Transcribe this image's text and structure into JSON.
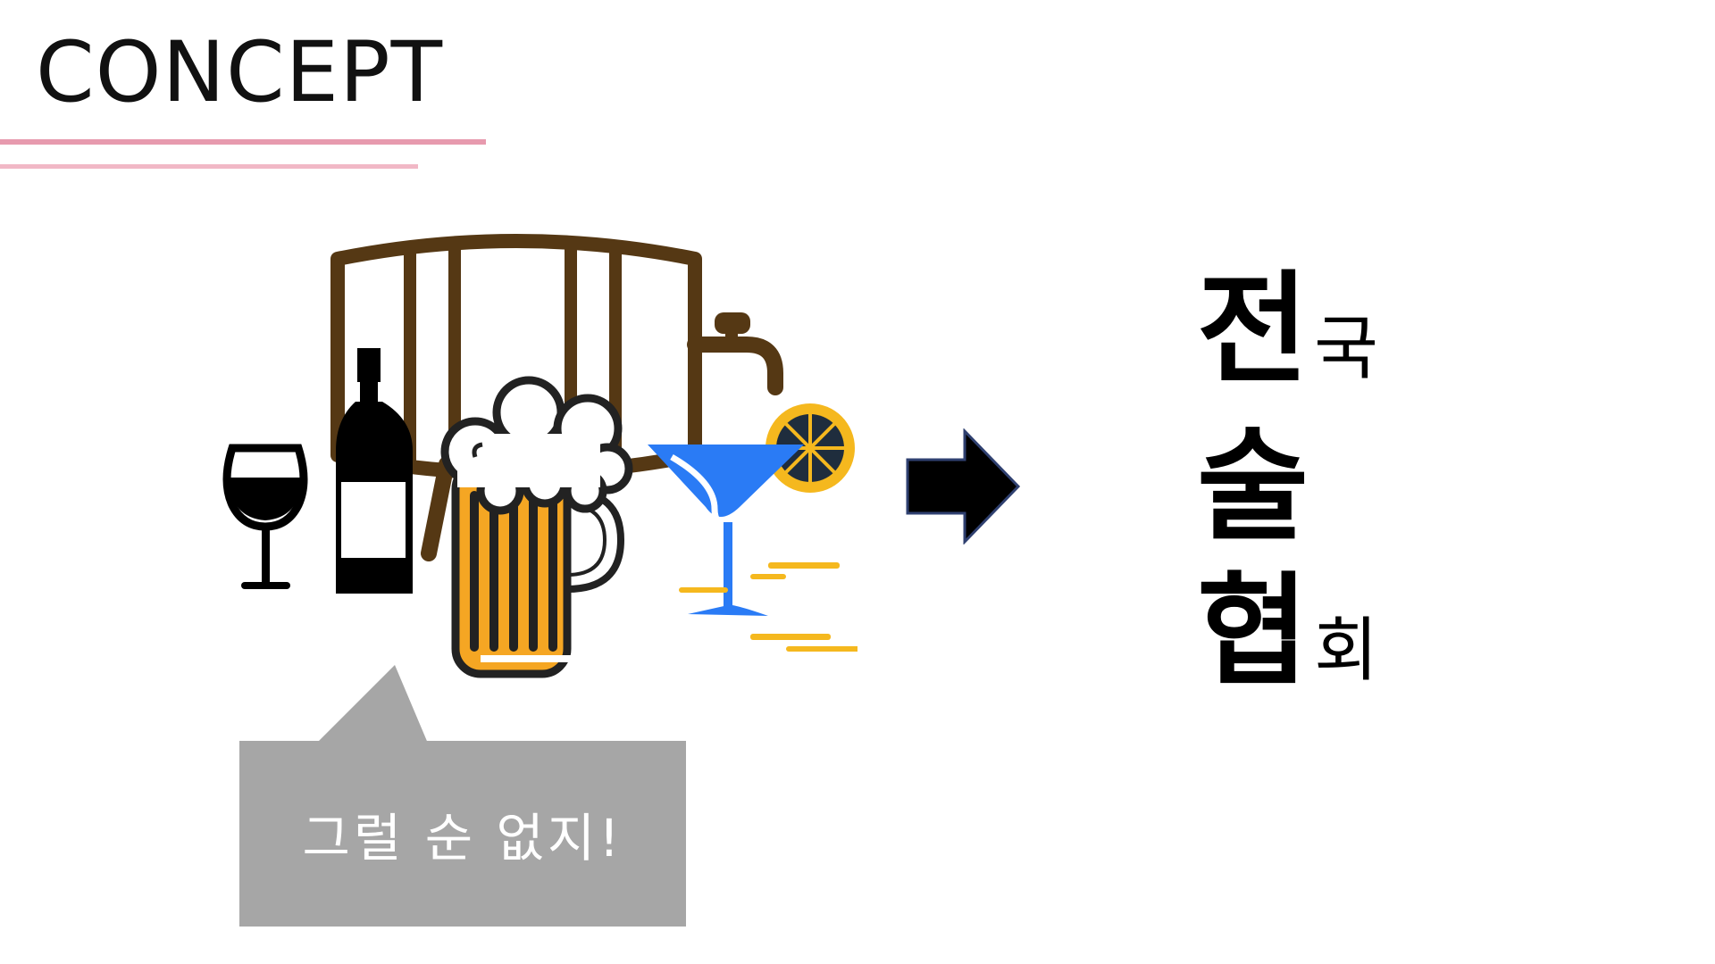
{
  "slide": {
    "title": "CONCEPT",
    "callout_text": "그럴 순 없지!",
    "result": {
      "line1_big": "전",
      "line1_small": "국",
      "line2_big": "술",
      "line3_big": "협",
      "line3_small": "회"
    }
  },
  "colors": {
    "accent_rule": "#e79aae",
    "callout_bg": "#a6a6a6",
    "barrel": "#553814",
    "beer": "#f5a623",
    "cocktail": "#2a7bf5",
    "lemon": "#f5b81e"
  },
  "icons": [
    "barrel-icon",
    "wine-glass-icon",
    "wine-bottle-icon",
    "beer-mug-icon",
    "cocktail-icon",
    "right-arrow-icon"
  ]
}
